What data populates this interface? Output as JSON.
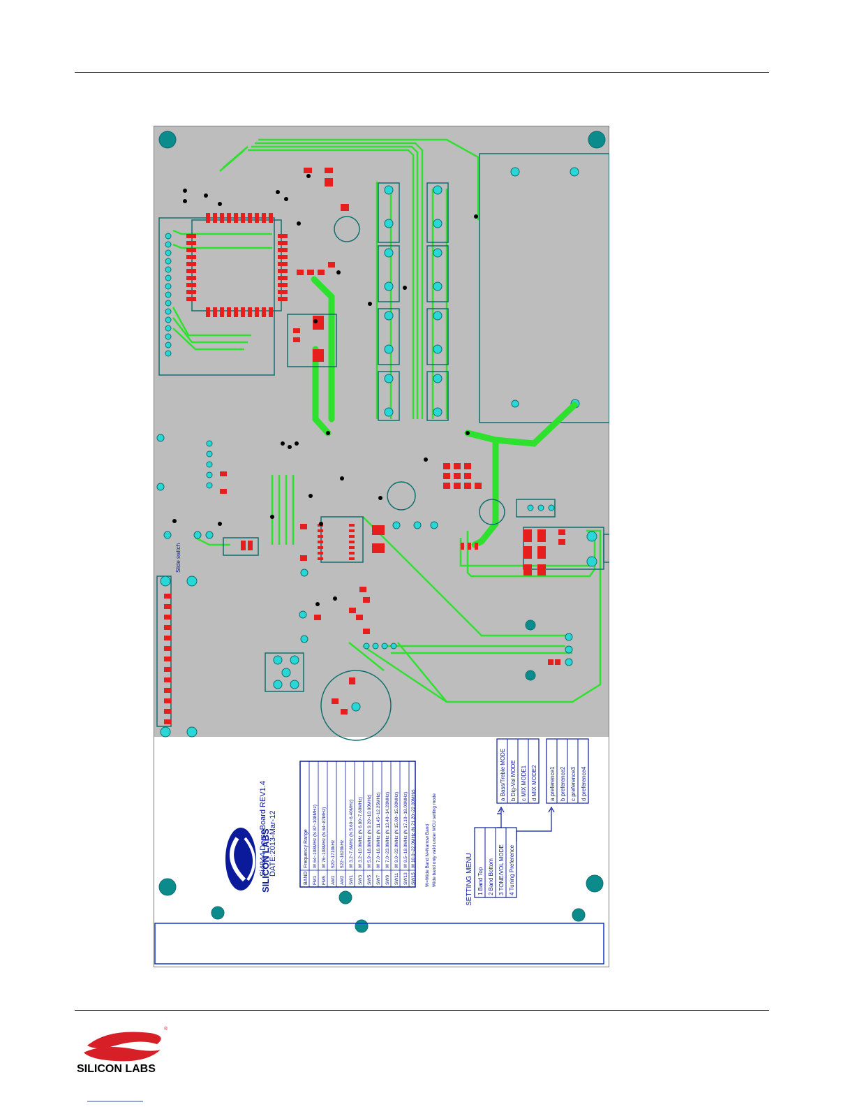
{
  "board": {
    "logo_text": "SILICON LABS",
    "title": "Si4844 DemoBoard REV1.4",
    "date": "DATE:2013-Mar-12",
    "slide_switch_label": "Slide switch",
    "band_table": {
      "headers": [
        "BAND",
        "Frequency Range"
      ],
      "rows": [
        [
          "FM1",
          "W 64~108MHz   (N 87~108MHz)"
        ],
        [
          "FM5",
          "W 76~108MHz   (N 64~87MHz)"
        ],
        [
          "AM1",
          "520~1710kHz"
        ],
        [
          "AM2",
          "522~1620kHz"
        ],
        [
          "SW1",
          "W 3.2~7.6MHz    (N 5.60~6.40MHz)"
        ],
        [
          "SW3",
          "W 3.2~10.0MHz  (N 6.80~7.60MHz)"
        ],
        [
          "SW5",
          "W 5.9~18.0MHz  (N 9.20~10.00MHz)"
        ],
        [
          "SW7",
          "W 7.0~16.0MHz  (N 11.45~12.25MHz)"
        ],
        [
          "SW9",
          "W 7.0~23.0MHz  (N 13.40~14.20MHz)"
        ],
        [
          "SW11",
          "W 9.0~22.0MHz  (N 15.00~15.90MHz)"
        ],
        [
          "SW13",
          "W 9.5~18.0MHz  (N 17.10~18.00MHz)"
        ],
        [
          "SW15",
          "W 10.0~22.0MHz  (N 21.20~22.00MHz)"
        ]
      ],
      "note1": "W=Wide Band    N=Narrow Band",
      "note2": "Wide band only valid under MCU setting mode"
    },
    "setting_menu": {
      "title": "SETTING MENU",
      "items": [
        "1 Band Top",
        "2 Band Bottom",
        "3 TONE/VOL MODE",
        "4 Tuning Preference"
      ],
      "tone_vol_options": [
        "a Bass/Treble MODE",
        "b Dig-Vol MODE",
        "c MIX MODE1",
        "d MIX MODE2"
      ],
      "preference_options": [
        "a preference1",
        "b preference2",
        "c preference3",
        "d preference4"
      ]
    }
  },
  "footer": {
    "logo_text": "SILICON LABS",
    "logo_color": "#d61f26"
  },
  "colors": {
    "board_fill": "#bdbdbd",
    "trace": "#2fe12f",
    "pad": "#e61e1e",
    "via": "#00a6a6",
    "outline": "#0f6e6e",
    "legend_blue": "#0a1a9a"
  }
}
